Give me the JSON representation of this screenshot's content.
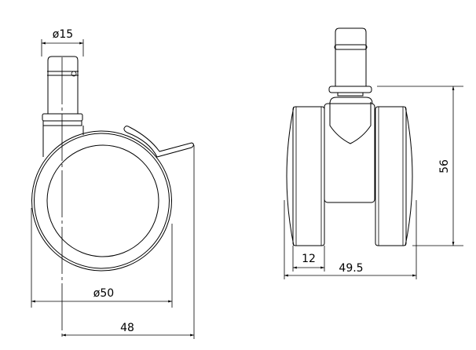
{
  "drawing": {
    "side_view": {
      "stem_diameter": "ø15",
      "wheel_diameter": "ø50",
      "overall_length": "48"
    },
    "front_view": {
      "wheel_width": "12",
      "overall_width": "49.5",
      "height": "56"
    }
  }
}
